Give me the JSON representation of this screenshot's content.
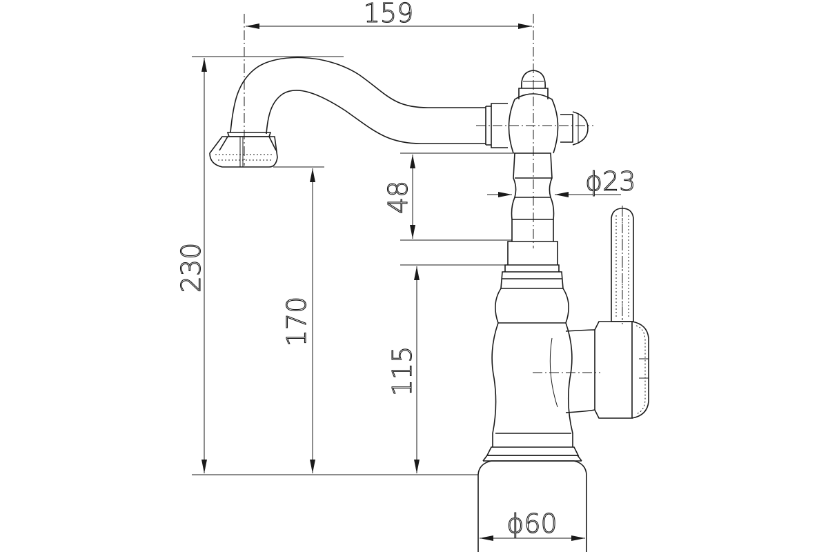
{
  "dimensions": {
    "spout_reach": "159",
    "total_height": "230",
    "outlet_height": "170",
    "body_height": "115",
    "column_height": "48",
    "column_diameter": "ϕ23",
    "base_diameter": "ϕ60"
  }
}
